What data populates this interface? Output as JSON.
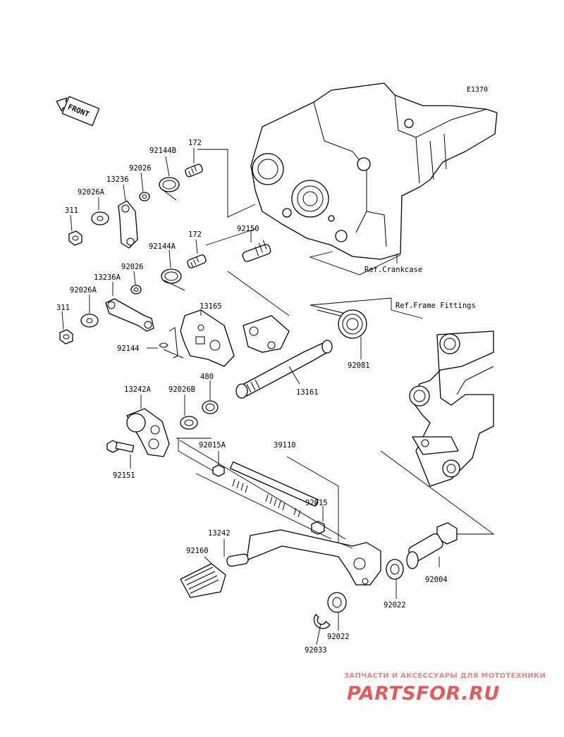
{
  "diagram": {
    "code": "E1370",
    "front_label": "FRONT",
    "refs": {
      "crankcase": "Ref.Crankcase",
      "frame": "Ref.Frame Fittings"
    },
    "parts": {
      "p172a": "172",
      "p92144b": "92144B",
      "p92026a": "92026",
      "p13236": "13236",
      "p92026a_top": "92026A",
      "p311a": "311",
      "p92150": "92150",
      "p172b": "172",
      "p92144a": "92144A",
      "p92026b": "92026",
      "p13236a": "13236A",
      "p92026a_mid": "92026A",
      "p311b": "311",
      "p13165": "13165",
      "p92144": "92144",
      "p92081": "92081",
      "p480": "480",
      "p92026b_low": "92026B",
      "p13161": "13161",
      "p13242a": "13242A",
      "p92015a": "92015A",
      "p39110": "39110",
      "p92151": "92151",
      "p92015": "92015",
      "p13242": "13242",
      "p92160": "92160",
      "p92004": "92004",
      "p92022a": "92022",
      "p92022b": "92022",
      "p92033": "92033"
    }
  },
  "watermark": {
    "tagline": "ЗАПЧАСТИ И АКСЕССУАРЫ ДЛЯ МОТОТЕХНИКИ",
    "brand": "PARTSFOR.RU"
  }
}
